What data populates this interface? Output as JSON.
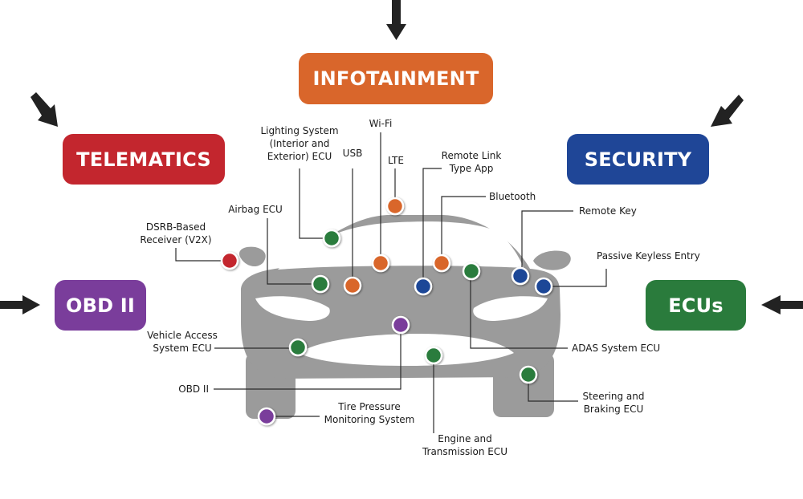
{
  "categories": {
    "infotainment": {
      "label": "INFOTAINMENT",
      "color": "#d9662b"
    },
    "telematics": {
      "label": "TELEMATICS",
      "color": "#c3262e"
    },
    "security": {
      "label": "SECURITY",
      "color": "#1f4697"
    },
    "obd2": {
      "label": "OBD II",
      "color": "#7a3d9b"
    },
    "ecus": {
      "label": "ECUs",
      "color": "#2a7b3c"
    }
  },
  "colors": {
    "car_body": "#9b9b9b",
    "arrow": "#222222",
    "leader_line": "#2b2b2b",
    "node_orange": "#d9662b",
    "node_red": "#c3262e",
    "node_blue": "#1f4697",
    "node_purple": "#7a3d9b",
    "node_green": "#2a7b3c"
  },
  "components": {
    "dsrb": {
      "line1": "DSRB-Based",
      "line2": "Receiver (V2X)"
    },
    "airbag": {
      "line1": "Airbag ECU"
    },
    "lighting": {
      "line1": "Lighting System",
      "line2": "(Interior and",
      "line3": "Exterior) ECU"
    },
    "usb": {
      "line1": "USB"
    },
    "wifi": {
      "line1": "Wi-Fi"
    },
    "lte": {
      "line1": "LTE"
    },
    "remote_link": {
      "line1": "Remote Link",
      "line2": "Type App"
    },
    "bluetooth": {
      "line1": "Bluetooth"
    },
    "remote_key": {
      "line1": "Remote Key"
    },
    "passive_keyless": {
      "line1": "Passive Keyless Entry"
    },
    "vehicle_access": {
      "line1": "Vehicle Access",
      "line2": "System ECU"
    },
    "obd2_port": {
      "line1": "OBD II"
    },
    "tpms": {
      "line1": "Tire Pressure",
      "line2": "Monitoring System"
    },
    "adas": {
      "line1": "ADAS System ECU"
    },
    "steering": {
      "line1": "Steering and",
      "line2": "Braking ECU"
    },
    "engine": {
      "line1": "Engine and",
      "line2": "Transmission ECU"
    }
  }
}
